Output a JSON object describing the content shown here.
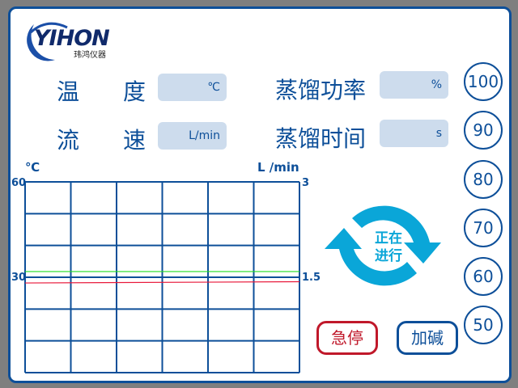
{
  "logo": {
    "brand": "YIHON",
    "sub": "玮鸿仪器"
  },
  "fields": {
    "temperature": {
      "label_a": "温",
      "label_b": "度",
      "unit": "℃"
    },
    "flow": {
      "label_a": "流",
      "label_b": "速",
      "unit": "L/min"
    },
    "power": {
      "label": "蒸馏功率",
      "unit": "%"
    },
    "time": {
      "label": "蒸馏时间",
      "unit": "s"
    }
  },
  "power_presets": [
    "100",
    "90",
    "80",
    "70",
    "60",
    "50"
  ],
  "status": {
    "line1": "正在",
    "line2": "进行"
  },
  "buttons": {
    "stop": "急停",
    "add_alkali": "加碱"
  },
  "colors": {
    "primary": "#0d4f99",
    "stop": "#c0182a",
    "spinner": "#0aa6d8",
    "temp_line": "#22dd22",
    "flow_line": "#e8183a"
  },
  "chart_data": {
    "type": "line",
    "left_axis_label": "℃",
    "right_axis_label": "L /min",
    "left_ticks": [
      "60",
      "30"
    ],
    "right_ticks": [
      "3",
      "1.5"
    ],
    "ylim_left": [
      0,
      60
    ],
    "ylim_right": [
      0,
      3
    ],
    "grid": true,
    "series": [
      {
        "name": "temperature",
        "axis": "left",
        "values": [
          31.8,
          31.8
        ]
      },
      {
        "name": "flow",
        "axis": "right",
        "values": [
          1.41,
          1.43
        ]
      }
    ]
  }
}
